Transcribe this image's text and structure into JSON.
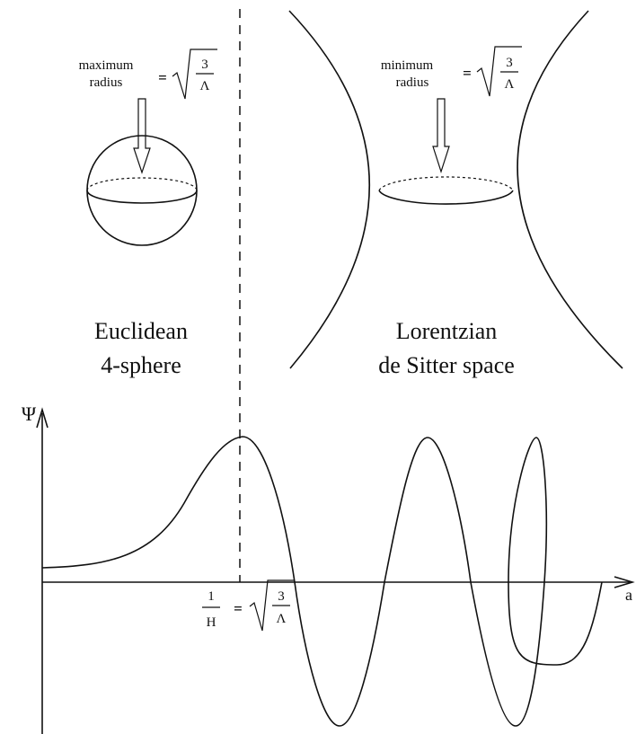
{
  "euclid": {
    "radius_label_1": "maximum",
    "radius_label_2": "radius",
    "eq": "=",
    "num": "3",
    "den": "Λ",
    "caption_1": "Euclidean",
    "caption_2": "4-sphere"
  },
  "lorentz": {
    "radius_label_1": "minimum",
    "radius_label_2": "radius",
    "eq": "=",
    "num": "3",
    "den": "Λ",
    "caption_1": "Lorentzian",
    "caption_2": "de Sitter space"
  },
  "plot": {
    "y_axis_label": "Ψ",
    "x_axis_label": "a",
    "marker_num": "1",
    "marker_den": "H",
    "marker_eq": "=",
    "marker_rnum": "3",
    "marker_rden": "Λ"
  }
}
